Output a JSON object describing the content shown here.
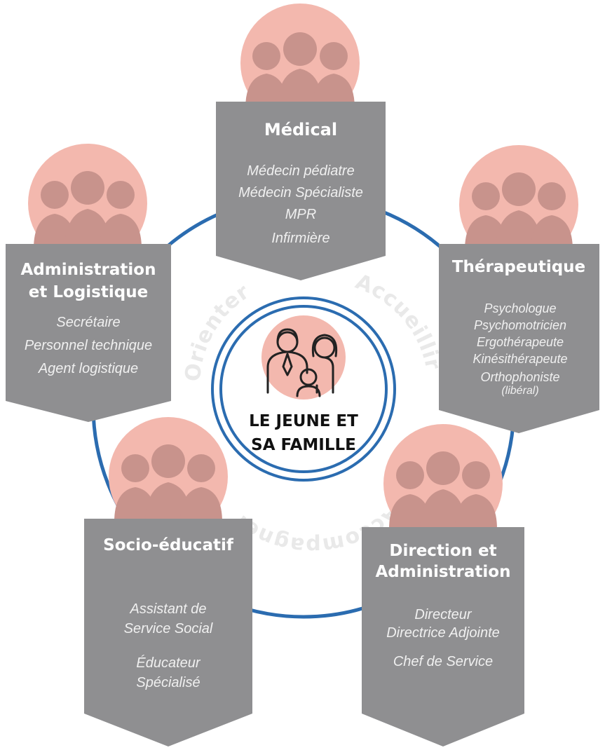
{
  "colors": {
    "ring": "#2b6cb0",
    "panel": "#8f8f91",
    "avatar_circle": "#f3b8ae",
    "silhouette": "#c8938c",
    "text_light": "#ffffff",
    "center_text": "#111111"
  },
  "center": {
    "icon": "family-icon",
    "line1": "LE JEUNE ET",
    "line2": "SA FAMILLE"
  },
  "ring_words": {
    "left": "Orienter",
    "right": "Accueillir",
    "bottom": "Accompagner"
  },
  "groups": [
    {
      "id": "medical",
      "title_lines": [
        "Médical"
      ],
      "items": [
        "Médecin pédiatre",
        "Médecin Spécialiste",
        "MPR",
        "Infirmière"
      ]
    },
    {
      "id": "therapeutique",
      "title_lines": [
        "Thérapeutique"
      ],
      "items": [
        "Psychologue",
        "Psychomotricien",
        "Ergothérapeute",
        "Kinésithérapeute",
        "Orthophoniste",
        "(libéral)"
      ]
    },
    {
      "id": "direction",
      "title_lines": [
        "Direction et",
        "Administration"
      ],
      "items": [
        "Directeur",
        "Directrice Adjointe",
        "Chef de Service"
      ]
    },
    {
      "id": "socio",
      "title_lines": [
        "Socio-éducatif"
      ],
      "items": [
        "Assistant de",
        "Service Social",
        "Éducateur",
        "Spécialisé"
      ]
    },
    {
      "id": "administration",
      "title_lines": [
        "Administration",
        "et Logistique"
      ],
      "items": [
        "Secrétaire",
        "Personnel technique",
        "Agent logistique"
      ]
    }
  ]
}
